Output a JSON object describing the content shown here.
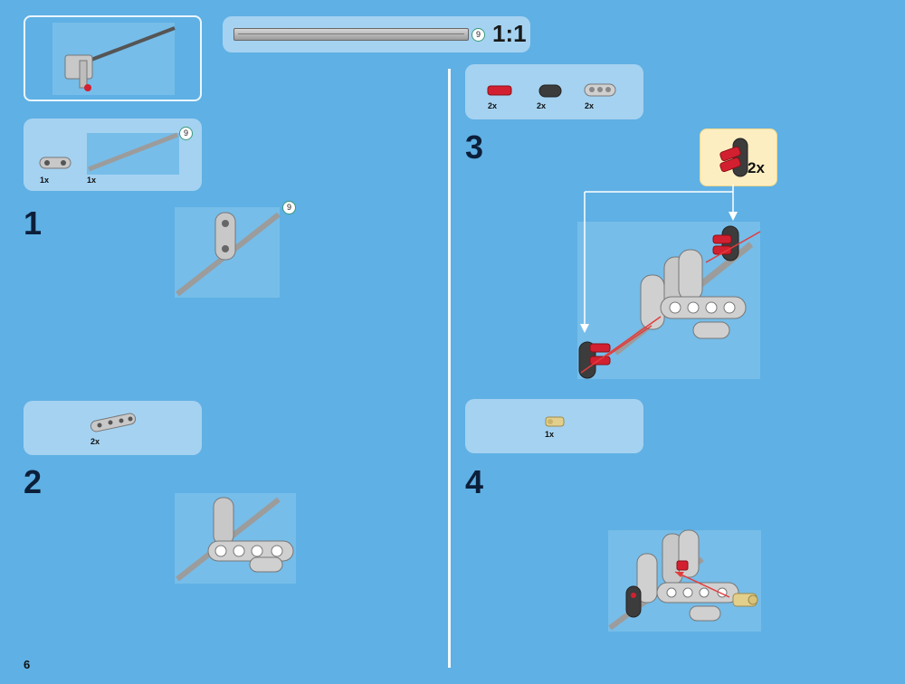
{
  "page": {
    "number": "6"
  },
  "scale": {
    "ratio": "1:1",
    "axle_badge": "9"
  },
  "steps": [
    {
      "number": "1",
      "parts": [
        {
          "qty": "1x",
          "name": "gray-liftarm-3"
        },
        {
          "qty": "1x",
          "name": "gray-axle-9",
          "badge": "9"
        }
      ],
      "assembly_badge": "9"
    },
    {
      "number": "2",
      "parts": [
        {
          "qty": "2x",
          "name": "gray-liftarm-5"
        }
      ]
    },
    {
      "number": "3",
      "parts": [
        {
          "qty": "2x",
          "name": "red-connector-peg"
        },
        {
          "qty": "2x",
          "name": "dark-gray-liftarm-2"
        },
        {
          "qty": "2x",
          "name": "gray-liftarm-3"
        }
      ],
      "callout_qty": "2x"
    },
    {
      "number": "4",
      "parts": [
        {
          "qty": "1x",
          "name": "tan-bush-pin"
        }
      ]
    }
  ],
  "colors": {
    "background": "#5fb0e4",
    "panel": "#a5d2f1",
    "callout": "#fdeec2",
    "red_part": "#d32030",
    "gray_part": "#c8c8c8",
    "dark_part": "#3c3c3c",
    "arrow": "#e23c3c"
  }
}
